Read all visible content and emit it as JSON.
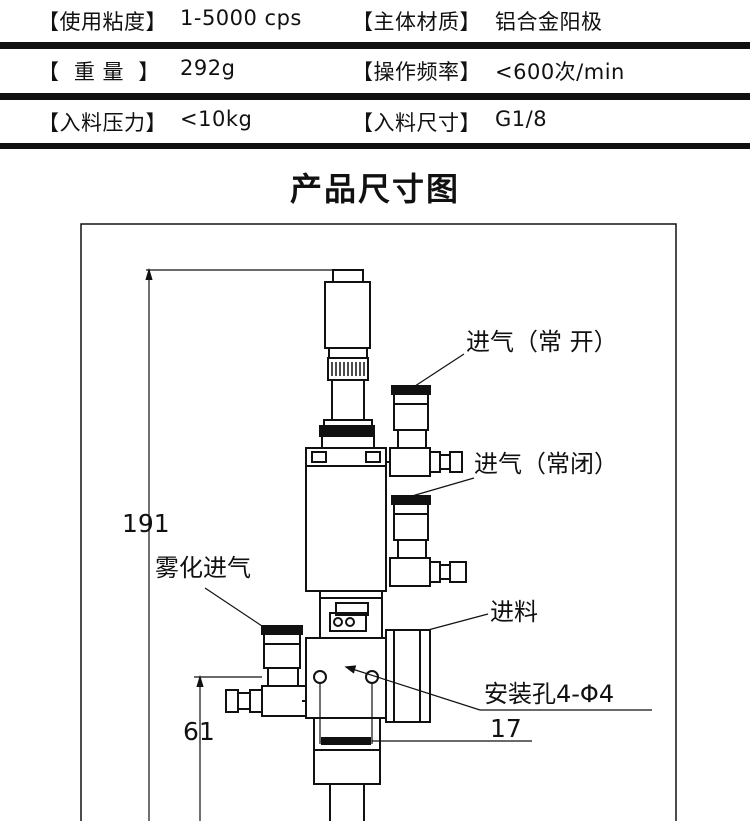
{
  "specs": [
    {
      "left": {
        "label": "【使用粘度】",
        "value": "1-5000 cps"
      },
      "right": {
        "label": "【主体材质】",
        "value": "铝合金阳极"
      }
    },
    {
      "left": {
        "label": "【  重 量  】",
        "value": "292g"
      },
      "right": {
        "label": "【操作频率】",
        "value": "<600次/min"
      }
    },
    {
      "left": {
        "label": "【入料压力】",
        "value": "<10kg"
      },
      "right": {
        "label": "【入料尺寸】",
        "value": "G1/8"
      }
    }
  ],
  "section_title": "产品尺寸图",
  "drawing": {
    "callouts": {
      "air_in_normally_open": "进气（常 开）",
      "air_in_normally_closed": "进气（常闭）",
      "atomizing_air_in": "雾化进气",
      "material_in": "进料",
      "mounting_holes": "安装孔4-Φ4"
    },
    "dimensions": {
      "overall_height": "191",
      "inlet_height": "61",
      "hole_spacing": "17"
    }
  }
}
